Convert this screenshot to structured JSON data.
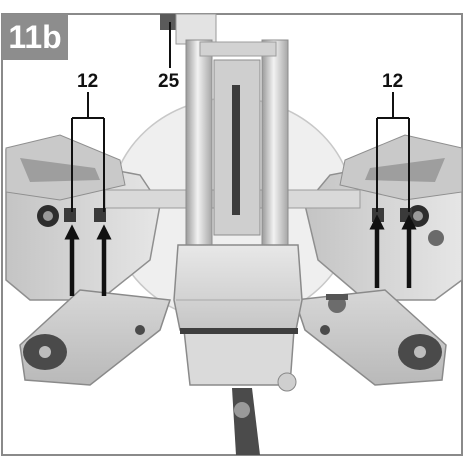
{
  "figure": {
    "label": "11b",
    "callouts": {
      "left_pair": "12",
      "right_pair": "12",
      "top_knob": "25"
    }
  },
  "colors": {
    "label_bg": "#8d8d8d",
    "frame": "#8a8a8a",
    "arrow": "#111111"
  }
}
